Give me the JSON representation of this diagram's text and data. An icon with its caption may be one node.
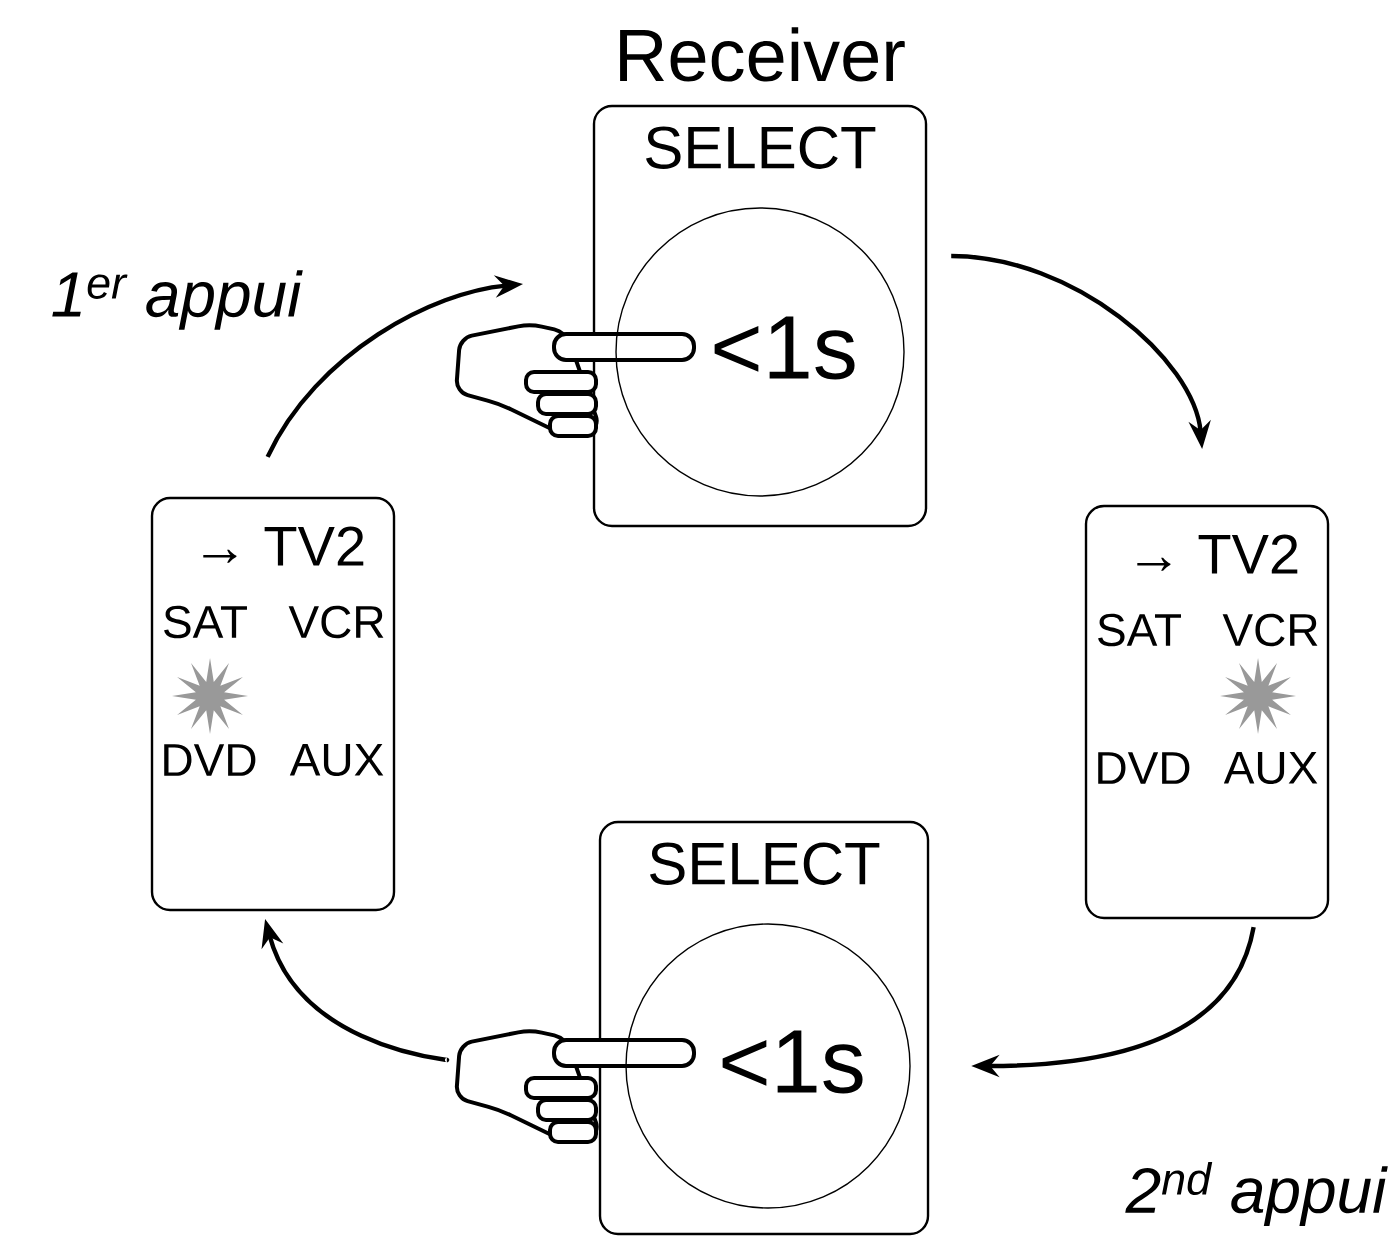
{
  "diagram": {
    "nodes": [
      {
        "text": [
          "SELECT"
        ],
        "beside": [
          "Receiver"
        ]
      },
      {
        "text": [
          "<1s"
        ],
        "in": 0
      },
      {
        "text": [
          "→ TV2",
          "SAT",
          "VCR",
          "DVD",
          "AUX"
        ]
      },
      {
        "text": [
          "→ TV2",
          "SAT",
          "VCR",
          "DVD",
          "AUX"
        ]
      },
      {
        "text": [
          "SELECT"
        ]
      },
      {
        "text": [
          "<1s"
        ],
        "in": 4
      }
    ],
    "edges": [
      {
        "from": 2,
        "to": 0,
        "arrow": "to",
        "label": "1$^{er}$ appui"
      },
      {
        "from": 0,
        "to": 3,
        "arrow": "to"
      },
      {
        "from": 3,
        "to": 4,
        "arrow": "to",
        "label": "2$^{nd}$ appui"
      },
      {
        "from": 4,
        "to": 2,
        "arrow": "to"
      }
    ]
  }
}
